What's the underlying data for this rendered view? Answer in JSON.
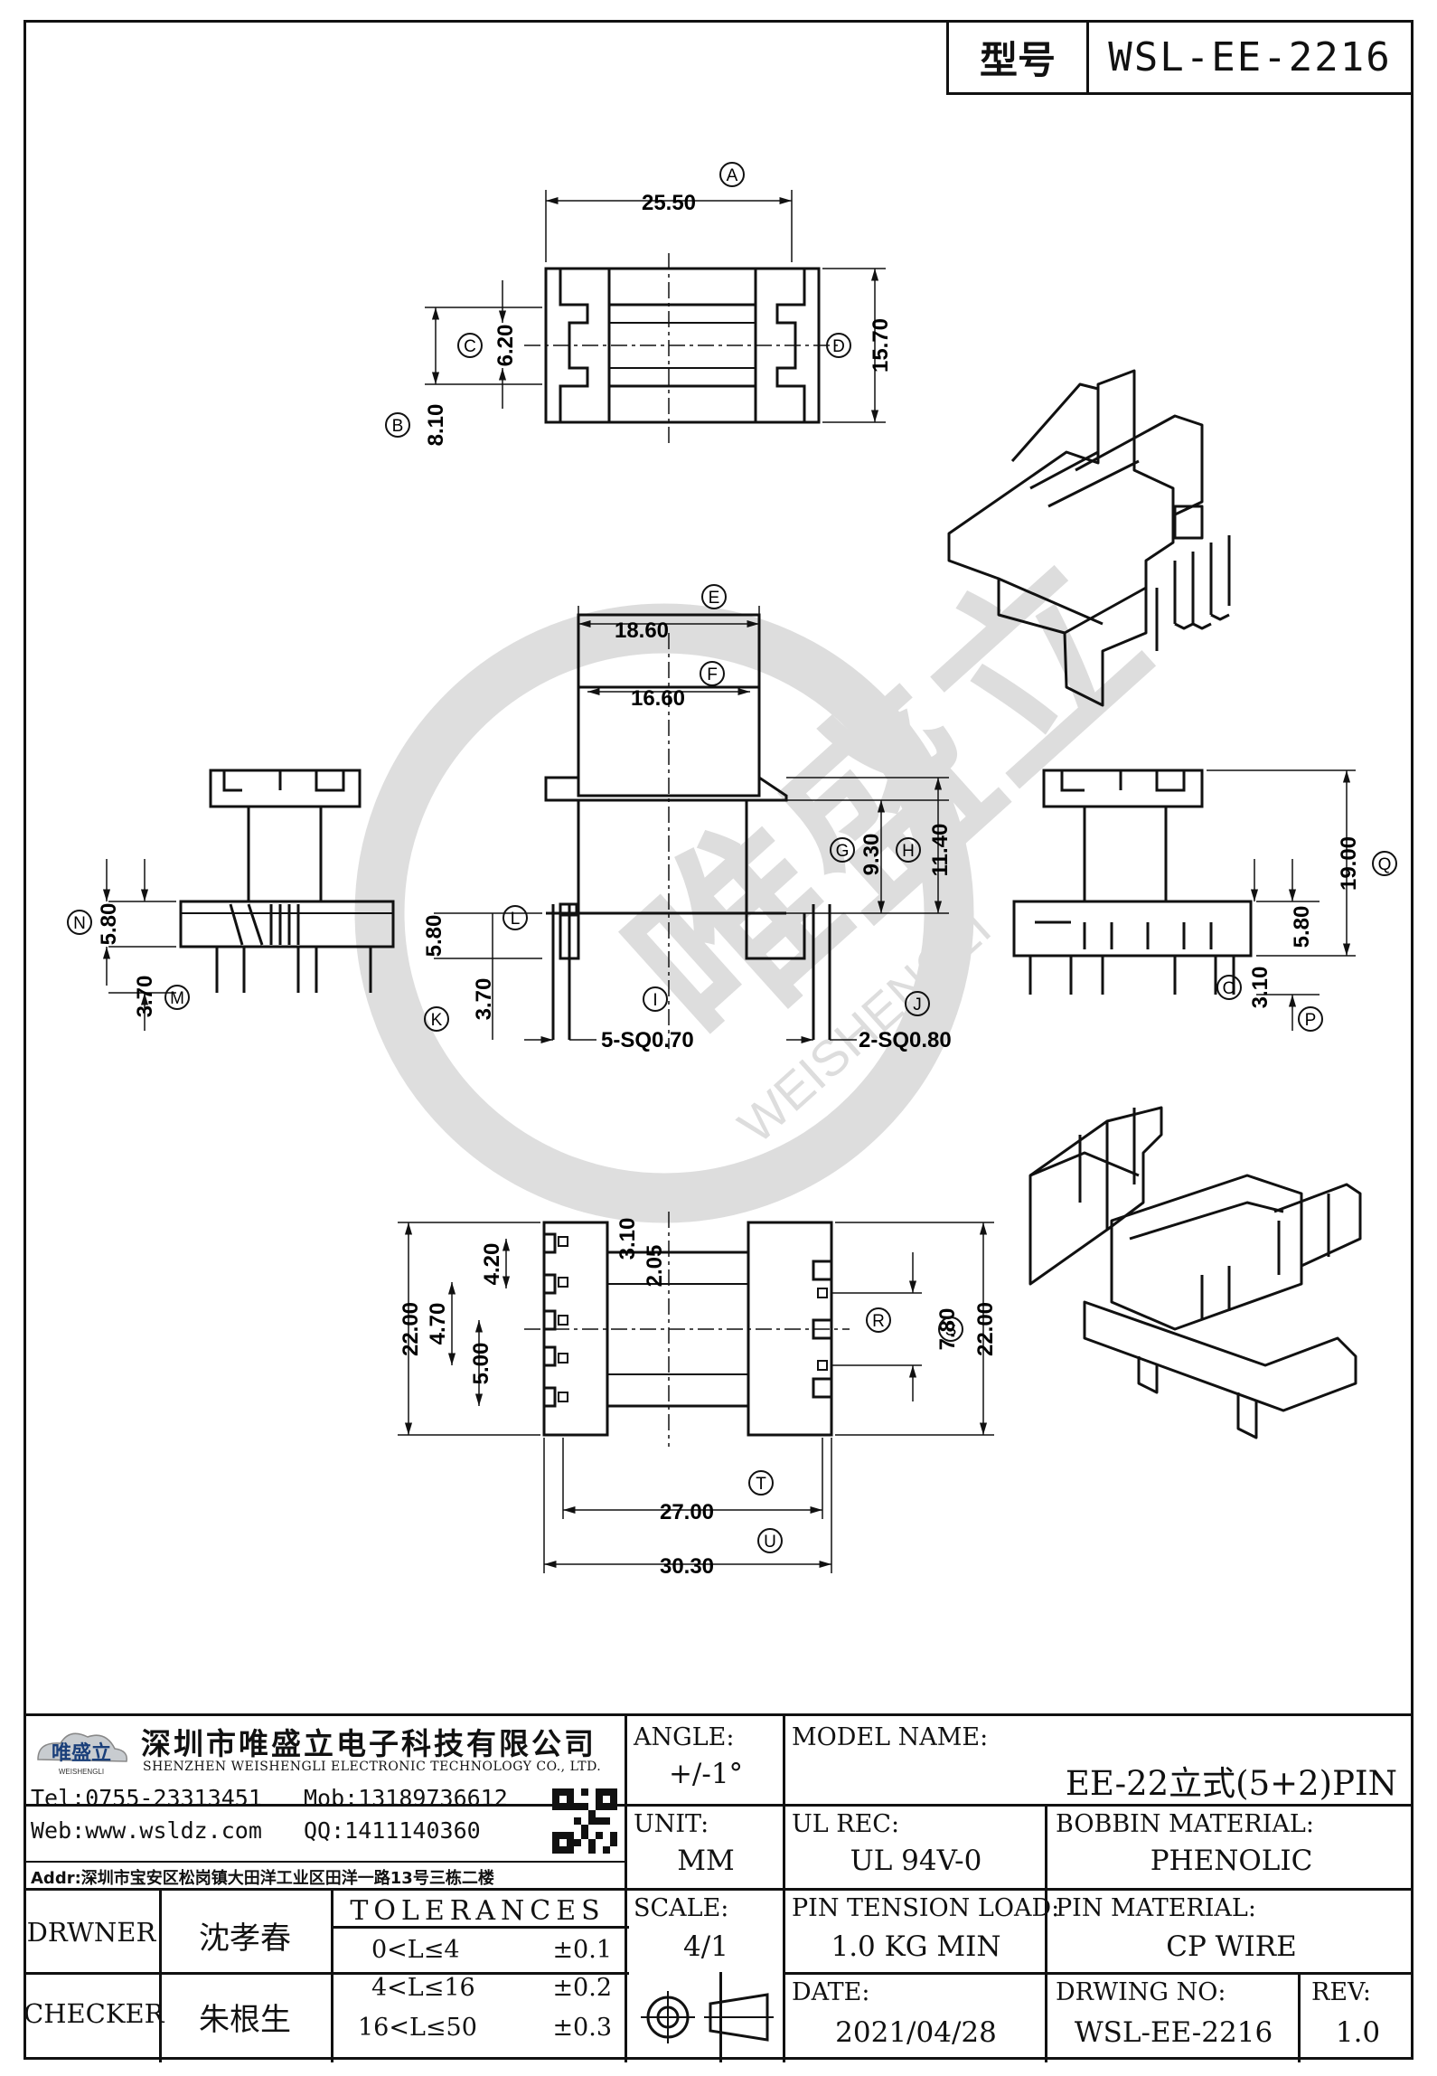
{
  "header": {
    "type_label": "型号",
    "model_code": "WSL-EE-2216"
  },
  "watermark": {
    "brand": "唯盛立",
    "brand_latin": "WEISHENGLI"
  },
  "dimensions": {
    "A": {
      "tag": "A",
      "value": "25.50"
    },
    "B": {
      "tag": "B",
      "value": "8.10"
    },
    "C": {
      "tag": "C",
      "value": "6.20"
    },
    "D": {
      "tag": "D",
      "value": "15.70"
    },
    "E": {
      "tag": "E",
      "value": "18.60"
    },
    "F": {
      "tag": "F",
      "value": "16.60"
    },
    "G": {
      "tag": "G",
      "value": "9.30"
    },
    "H": {
      "tag": "H",
      "value": "11.40"
    },
    "I": {
      "tag": "I",
      "value": "5-SQ0.70"
    },
    "J": {
      "tag": "J",
      "value": "2-SQ0.80"
    },
    "K": {
      "tag": "K",
      "value": "3.70"
    },
    "L": {
      "tag": "L",
      "value": "5.80"
    },
    "M": {
      "tag": "M",
      "value": "3.70"
    },
    "N": {
      "tag": "N",
      "value": "5.80"
    },
    "O": {
      "tag": "O",
      "value": "3.10"
    },
    "P": {
      "tag": "P",
      "value": "5.80"
    },
    "Q": {
      "tag": "Q",
      "value": "19.00"
    },
    "R": {
      "tag": "R",
      "value": "7.80"
    },
    "S": {
      "tag": "S",
      "value": "22.00"
    },
    "T": {
      "tag": "T",
      "value": "27.00"
    },
    "U": {
      "tag": "U",
      "value": "30.30"
    }
  },
  "bottom_view_dims": {
    "d1": "22.00",
    "d2": "4.20",
    "d3": "4.70",
    "d4": "5.00",
    "d5": "3.10",
    "d6": "2.05"
  },
  "company": {
    "name_cn": "深圳市唯盛立电子科技有限公司",
    "name_en": "SHENZHEN WEISHENGLI ELECTRONIC TECHNOLOGY CO., LTD.",
    "logo_text": "唯盛立",
    "logo_sub": "WEISHENGLI",
    "tel": "Tel:0755-23313451",
    "mob": "Mob:13189736612",
    "web": "Web:www.wsldz.com",
    "qq": "QQ:1411140360",
    "addr": "Addr:深圳市宝安区松岗镇大田洋工业区田洋一路13号三栋二楼"
  },
  "title_block": {
    "angle_label": "ANGLE:",
    "angle_value": "+/-1°",
    "model_name_label": "MODEL NAME:",
    "model_name_value": "EE-22立式(5+2)PIN",
    "unit_label": "UNIT:",
    "unit_value": "MM",
    "ul_label": "UL REC:",
    "ul_value": "UL 94V-0",
    "bobbin_label": "BOBBIN MATERIAL:",
    "bobbin_value": "PHENOLIC",
    "scale_label": "SCALE:",
    "scale_value": "4/1",
    "tension_label": "PIN TENSION LOAD:",
    "tension_value": "1.0 KG MIN",
    "pin_mat_label": "PIN MATERIAL:",
    "pin_mat_value": "CP WIRE",
    "date_label": "DATE:",
    "date_value": "2021/04/28",
    "drwing_label": "DRWING NO:",
    "drwing_value": "WSL-EE-2216",
    "rev_label": "REV:",
    "rev_value": "1.0",
    "drwner_label": "DRWNER",
    "drwner_value": "沈孝春",
    "checker_label": "CHECKER",
    "checker_value": "朱根生",
    "tolerances_label": "TOLERANCES",
    "tol_rows": [
      {
        "range": "0<L≤4",
        "tol": "±0.1"
      },
      {
        "range": "4<L≤16",
        "tol": "±0.2"
      },
      {
        "range": "16<L≤50",
        "tol": "±0.3"
      }
    ]
  }
}
